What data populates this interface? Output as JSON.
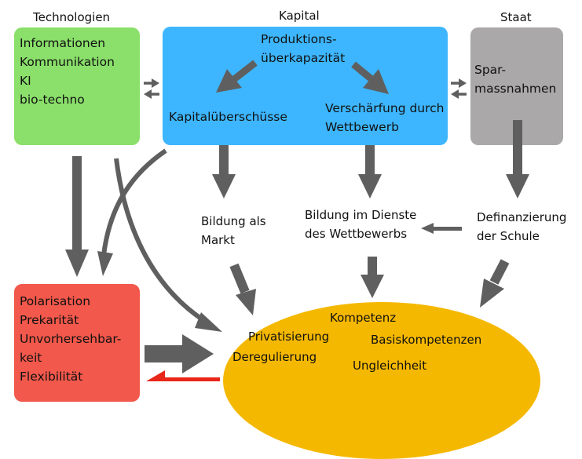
{
  "colors": {
    "technologien": "#8ae06a",
    "kapital": "#3db6ff",
    "staat": "#aaa8a9",
    "folgen": "#f2584b",
    "bildung": "#f5b800",
    "arrow": "#5f5f5f",
    "arrow_red": "#e8261a"
  },
  "headings": {
    "technologien": "Technologien",
    "kapital": "Kapital",
    "staat": "Staat"
  },
  "technologien": {
    "items": [
      "Informationen",
      "Kommunikation",
      "KI",
      "bio-techno"
    ]
  },
  "kapital": {
    "top": [
      "Produktions-",
      "überkapazität"
    ],
    "left": "Kapitalüberschüsse",
    "right": [
      "Verschärfung durch",
      "Wettbewerb"
    ]
  },
  "staat": {
    "items": [
      "Spar-",
      "massnahmen"
    ]
  },
  "middle": {
    "markt": [
      "Bildung als",
      "Markt"
    ],
    "wettbewerb": [
      "Bildung im Dienste",
      "des Wettbewerbs"
    ],
    "definanzierung": [
      "Definanzierung",
      "der Schule"
    ]
  },
  "folgen": {
    "items": [
      "Polarisation",
      "Prekarität",
      "Unvorhersehbar-",
      "keit",
      "Flexibilität"
    ]
  },
  "bildung": {
    "kompetenz": "Kompetenz",
    "privatisierung": "Privatisierung",
    "basiskompetenzen": "Basiskompetenzen",
    "deregulierung": "Deregulierung",
    "ungleichheit": "Ungleichheit"
  }
}
